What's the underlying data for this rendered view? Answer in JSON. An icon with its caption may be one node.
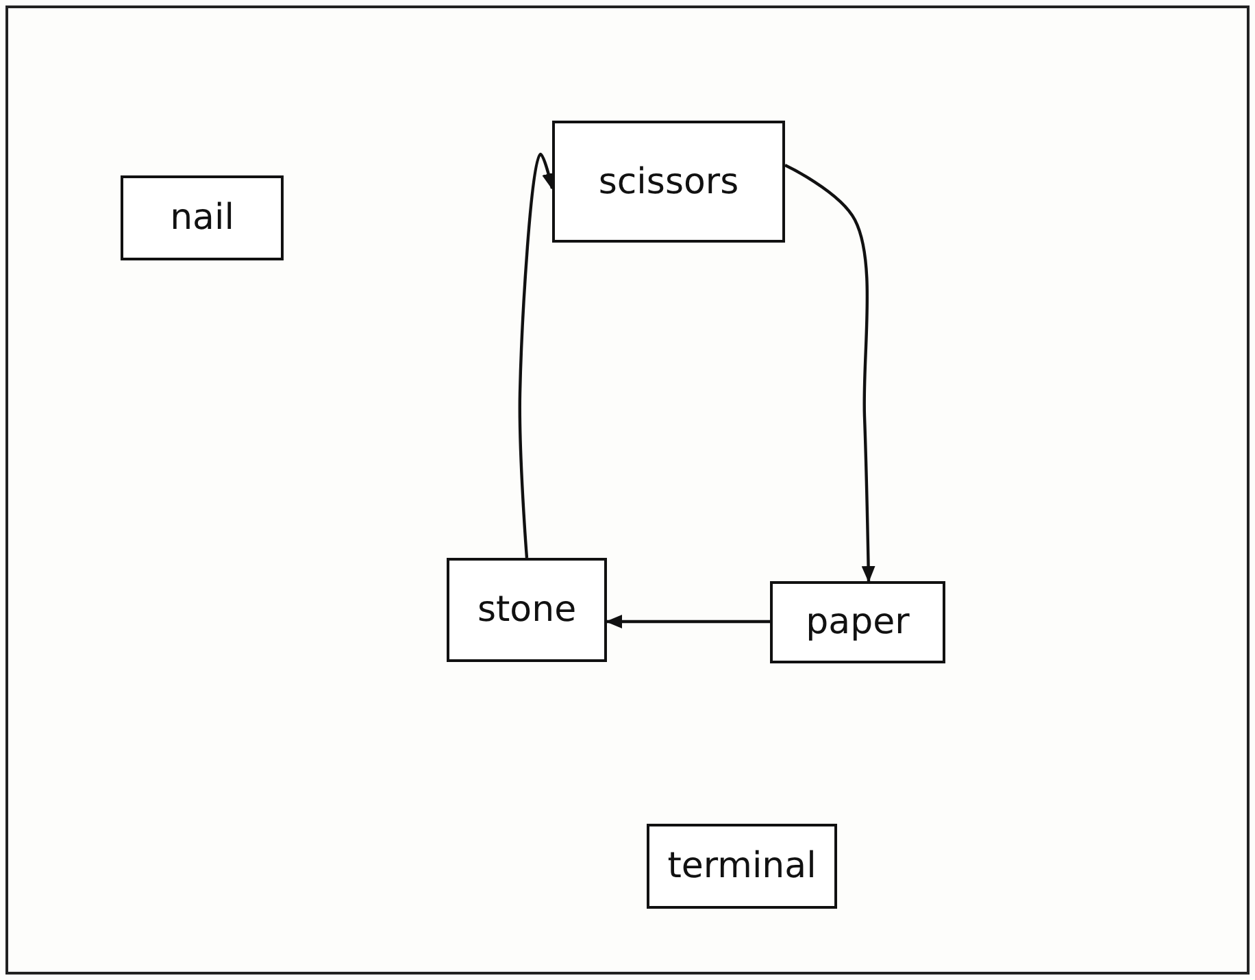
{
  "diagram": {
    "nodes": [
      {
        "text": [
          "nail"
        ]
      },
      {
        "text": [
          "scissors"
        ]
      },
      {
        "text": [
          "stone"
        ]
      },
      {
        "text": [
          "paper"
        ]
      },
      {
        "text": [
          "terminal"
        ]
      }
    ],
    "edges": [
      {
        "from": 2,
        "to": 1,
        "arrow": "to"
      },
      {
        "from": 1,
        "to": 3,
        "arrow": "to"
      },
      {
        "from": 3,
        "to": 2,
        "arrow": "to"
      }
    ]
  }
}
